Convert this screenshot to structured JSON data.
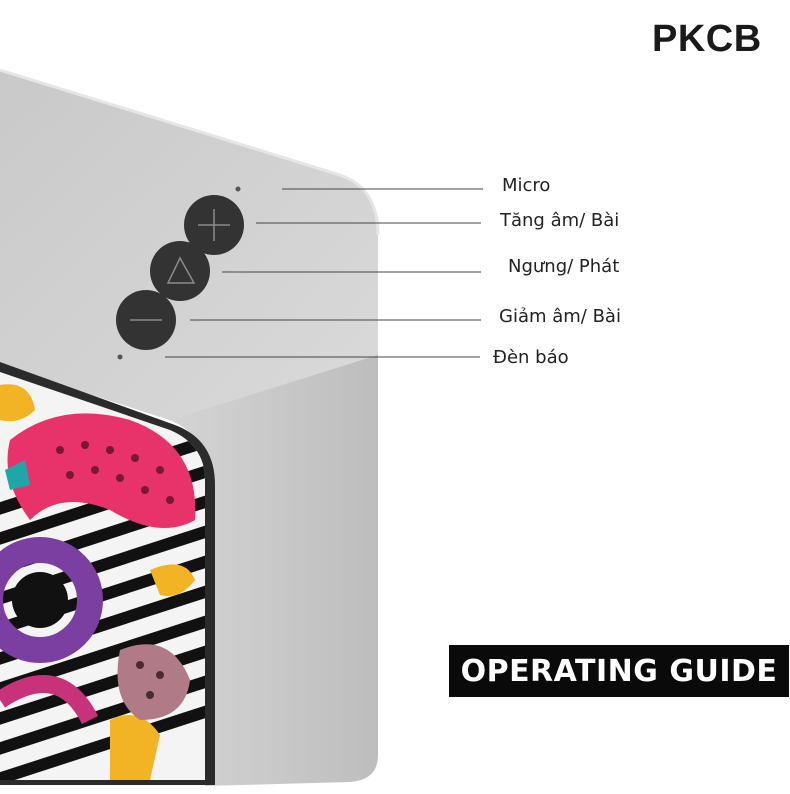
{
  "brand": "PKCB",
  "callouts": [
    {
      "label": "Micro"
    },
    {
      "label": "Tăng âm/ Bài"
    },
    {
      "label": "Ngưng/ Phát"
    },
    {
      "label": "Giảm âm/ Bài"
    },
    {
      "label": "Đèn báo"
    }
  ],
  "badge": "OPERATING GUIDE",
  "colors": {
    "device_body": "#cfcfcf",
    "device_edge": "#b9b9b9",
    "button": "#333333",
    "badge_bg": "#0a0a0a",
    "graffiti_pink": "#e8336a",
    "graffiti_purple": "#7a3fa0",
    "graffiti_yellow": "#f2b424"
  }
}
